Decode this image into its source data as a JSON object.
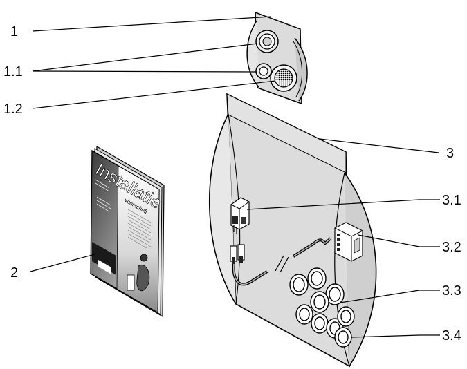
{
  "callouts": {
    "c1": "1",
    "c1_1": "1.1",
    "c1_2": "1.2",
    "c2": "2",
    "c3": "3",
    "c3_1": "3.1",
    "c3_2": "3.2",
    "c3_3": "3.3",
    "c3_4": "3.4"
  },
  "manual": {
    "title_part1": "Inst",
    "title_part2": "allatie",
    "subtitle": "voorschrift"
  },
  "colors": {
    "line": "#000000",
    "bag_fill": "#dcdcdc",
    "bag_fold": "#c8c8c8",
    "background": "#ffffff"
  }
}
